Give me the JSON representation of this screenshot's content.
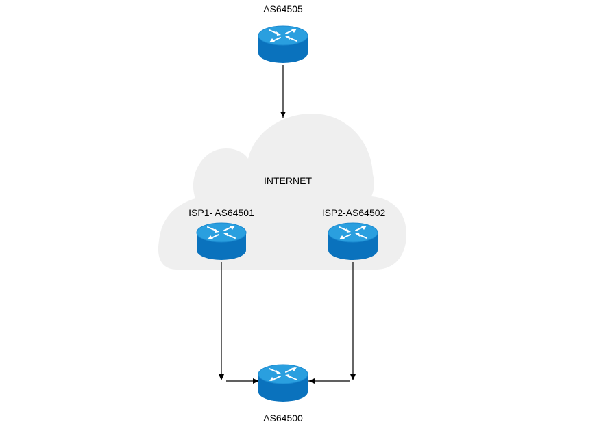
{
  "diagram": {
    "cloud": {
      "label": "INTERNET",
      "fill": "#efefef"
    },
    "routers": [
      {
        "id": "as64505",
        "label": "AS64505"
      },
      {
        "id": "isp1",
        "label": "ISP1- AS64501"
      },
      {
        "id": "isp2",
        "label": "ISP2-AS64502"
      },
      {
        "id": "as64500",
        "label": "AS64500"
      }
    ],
    "colors": {
      "router_top": "#2a9fdf",
      "router_side": "#0a72bd",
      "router_arrow": "#ffffff",
      "line": "#000000"
    },
    "connections": [
      {
        "from": "as64505",
        "to": "internet"
      },
      {
        "from": "isp1",
        "to": "as64500"
      },
      {
        "from": "isp2",
        "to": "as64500"
      }
    ]
  }
}
